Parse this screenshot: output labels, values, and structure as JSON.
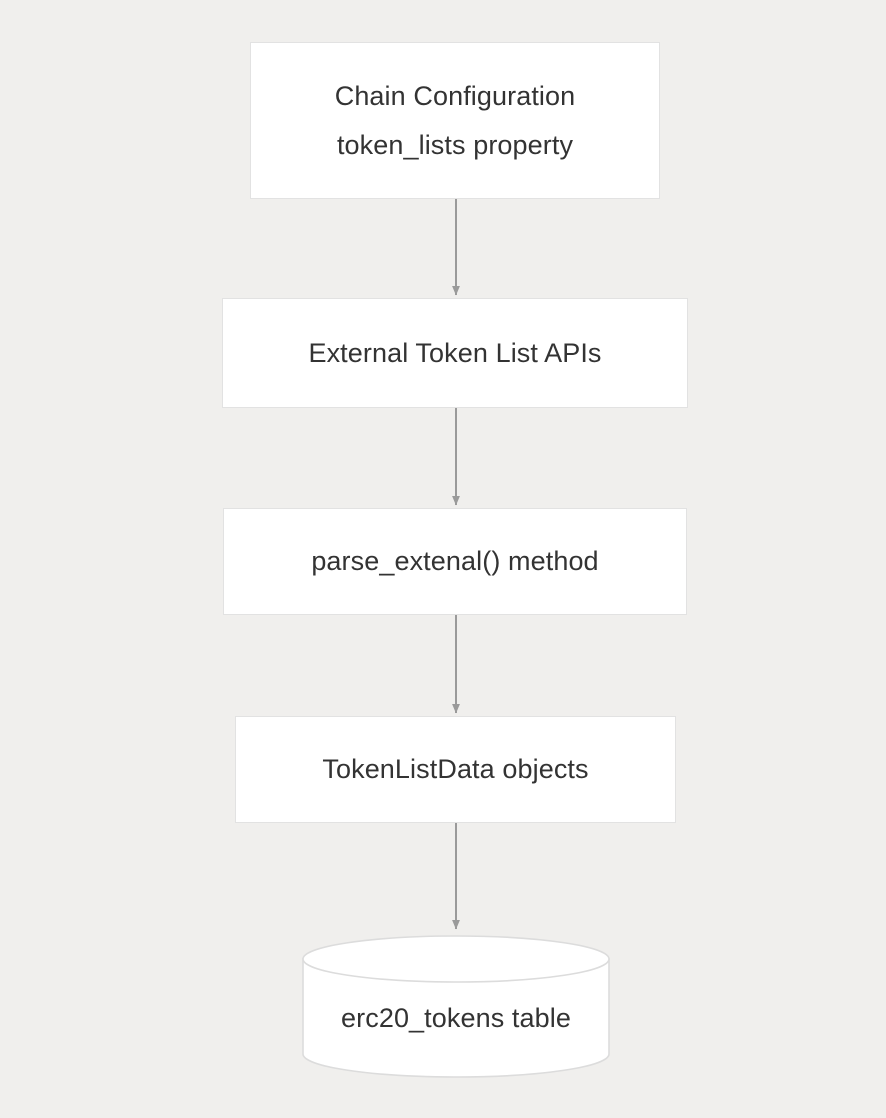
{
  "diagram": {
    "type": "flowchart",
    "direction": "top-to-bottom",
    "background_color": "#f0efed",
    "node_fill_color": "#ffffff",
    "node_border_color": "#e2e2e2",
    "edge_color": "#999999",
    "text_color": "#333333",
    "nodes": [
      {
        "id": "chain-config",
        "shape": "rectangle",
        "label": "Chain Configuration\ntoken_lists property",
        "line1": "Chain Configuration",
        "line2": "token_lists property"
      },
      {
        "id": "external-apis",
        "shape": "rectangle",
        "label": "External Token List APIs"
      },
      {
        "id": "parse-method",
        "shape": "rectangle",
        "label": "parse_extenal() method"
      },
      {
        "id": "tokenlistdata",
        "shape": "rectangle",
        "label": "TokenListData objects"
      },
      {
        "id": "erc20-table",
        "shape": "cylinder",
        "label": "erc20_tokens table"
      }
    ],
    "edges": [
      {
        "from": "chain-config",
        "to": "external-apis",
        "label": "",
        "arrow": "filled-triangle"
      },
      {
        "from": "external-apis",
        "to": "parse-method",
        "label": "",
        "arrow": "filled-triangle"
      },
      {
        "from": "parse-method",
        "to": "tokenlistdata",
        "label": "",
        "arrow": "filled-triangle"
      },
      {
        "from": "tokenlistdata",
        "to": "erc20-table",
        "label": "",
        "arrow": "filled-triangle"
      }
    ]
  }
}
